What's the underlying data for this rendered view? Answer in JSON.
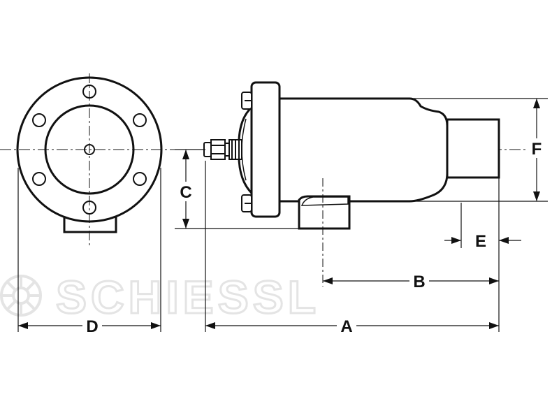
{
  "watermark": {
    "brand": "SCHIESSL"
  },
  "dimensions": {
    "a": "A",
    "b": "B",
    "c": "C",
    "d": "D",
    "e": "E",
    "f": "F"
  }
}
